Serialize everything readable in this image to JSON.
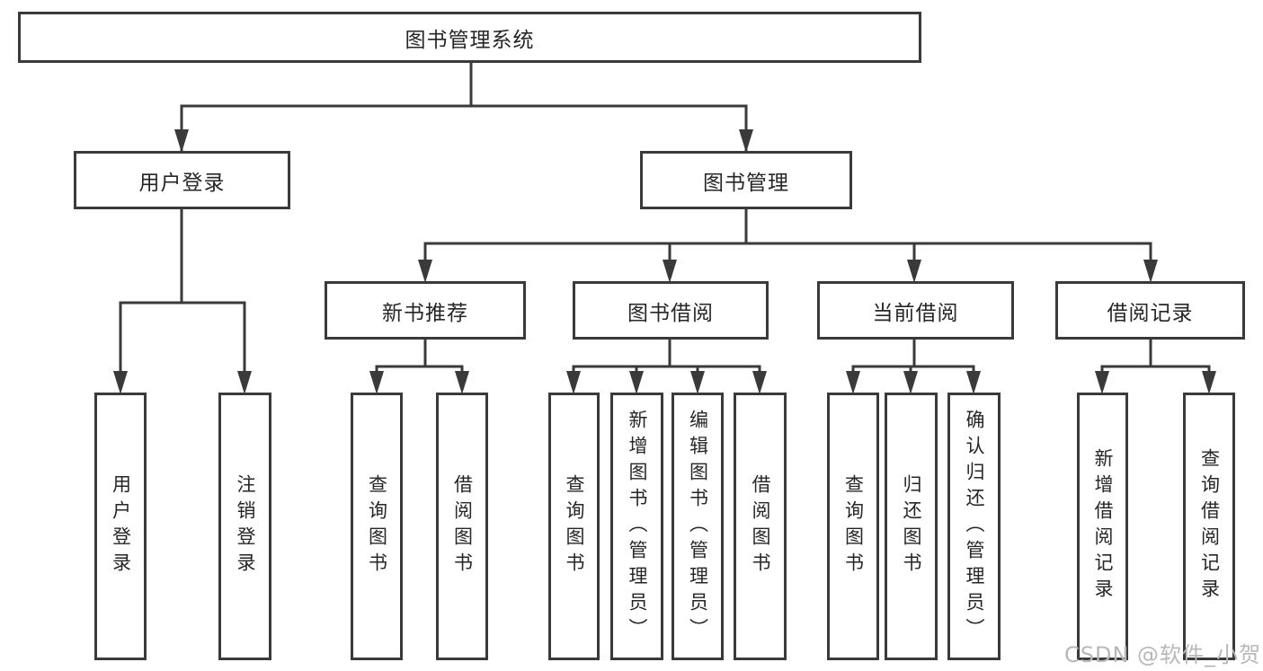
{
  "diagram": {
    "root": {
      "label": "图书管理系统"
    },
    "branches": [
      {
        "label": "用户登录",
        "children": [
          {
            "label": "用户登录"
          },
          {
            "label": "注销登录"
          }
        ]
      },
      {
        "label": "图书管理",
        "children": [
          {
            "label": "新书推荐",
            "children": [
              {
                "label": "查询图书"
              },
              {
                "label": "借阅图书"
              }
            ]
          },
          {
            "label": "图书借阅",
            "children": [
              {
                "label": "查询图书"
              },
              {
                "label": "新增图书（管理员）"
              },
              {
                "label": "编辑图书（管理员）"
              },
              {
                "label": "借阅图书"
              }
            ]
          },
          {
            "label": "当前借阅",
            "children": [
              {
                "label": "查询图书"
              },
              {
                "label": "归还图书"
              },
              {
                "label": "确认归还（管理员）"
              }
            ]
          },
          {
            "label": "借阅记录",
            "children": [
              {
                "label": "新增借阅记录"
              },
              {
                "label": "查询借阅记录"
              }
            ]
          }
        ]
      }
    ]
  },
  "watermark": {
    "text": "CSDN @软件_小贺同学"
  },
  "colors": {
    "line": "#3a3a3a",
    "text": "#262626",
    "watermark": "#b8b8b8",
    "background": "#ffffff"
  }
}
